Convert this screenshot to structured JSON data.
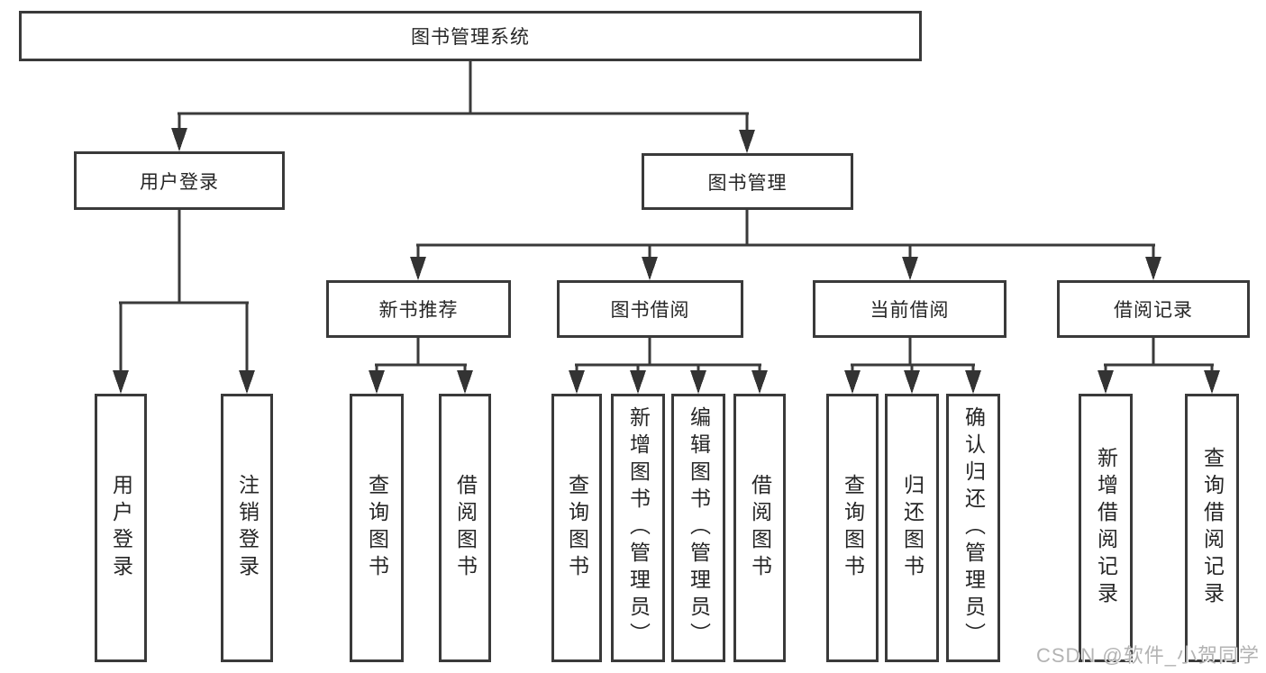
{
  "diagram": {
    "type": "hierarchy-tree",
    "root": {
      "label": "图书管理系统"
    },
    "level2": [
      {
        "id": "user-login",
        "label": "用户登录"
      },
      {
        "id": "book-management",
        "label": "图书管理"
      }
    ],
    "level3": [
      {
        "id": "new-book-recommend",
        "label": "新书推荐",
        "parent": "图书管理"
      },
      {
        "id": "book-borrow",
        "label": "图书借阅",
        "parent": "图书管理"
      },
      {
        "id": "current-borrow",
        "label": "当前借阅",
        "parent": "图书管理"
      },
      {
        "id": "borrow-records",
        "label": "借阅记录",
        "parent": "图书管理"
      }
    ],
    "leaves": {
      "user_login": [
        "用户登录",
        "注销登录"
      ],
      "new_books": [
        "查询图书",
        "借阅图书"
      ],
      "borrow": [
        "查询图书",
        "新增图书（管理员）",
        "编辑图书（管理员）",
        "借阅图书"
      ],
      "current": [
        "查询图书",
        "归还图书",
        "确认归还（管理员）"
      ],
      "records": [
        "新增借阅记录",
        "查询借阅记录"
      ]
    }
  },
  "watermark": "CSDN @软件_小贺同学",
  "colors": {
    "background": "#ffffff",
    "box_border": "#3a3a3a",
    "line": "#3a3a3a",
    "text": "#262626",
    "watermark": "#b3b3b3"
  }
}
